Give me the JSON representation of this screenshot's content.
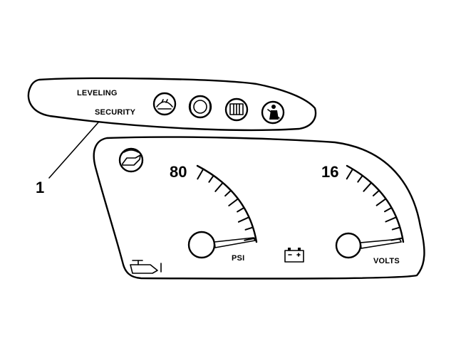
{
  "telltale_panel": {
    "leveling_label": "LEVELING",
    "security_label": "SECURITY"
  },
  "callout": {
    "number": "1"
  },
  "gauges": [
    {
      "max_label": "80",
      "unit_label": "PSI"
    },
    {
      "max_label": "16",
      "unit_label": "VOLTS"
    }
  ],
  "icons": [
    "oil-can-icon",
    "windshield-washer-icon",
    "brake-circle-icon",
    "fuel-door-icon",
    "seatbelt-person-icon",
    "oil-level-icon",
    "battery-icon"
  ]
}
